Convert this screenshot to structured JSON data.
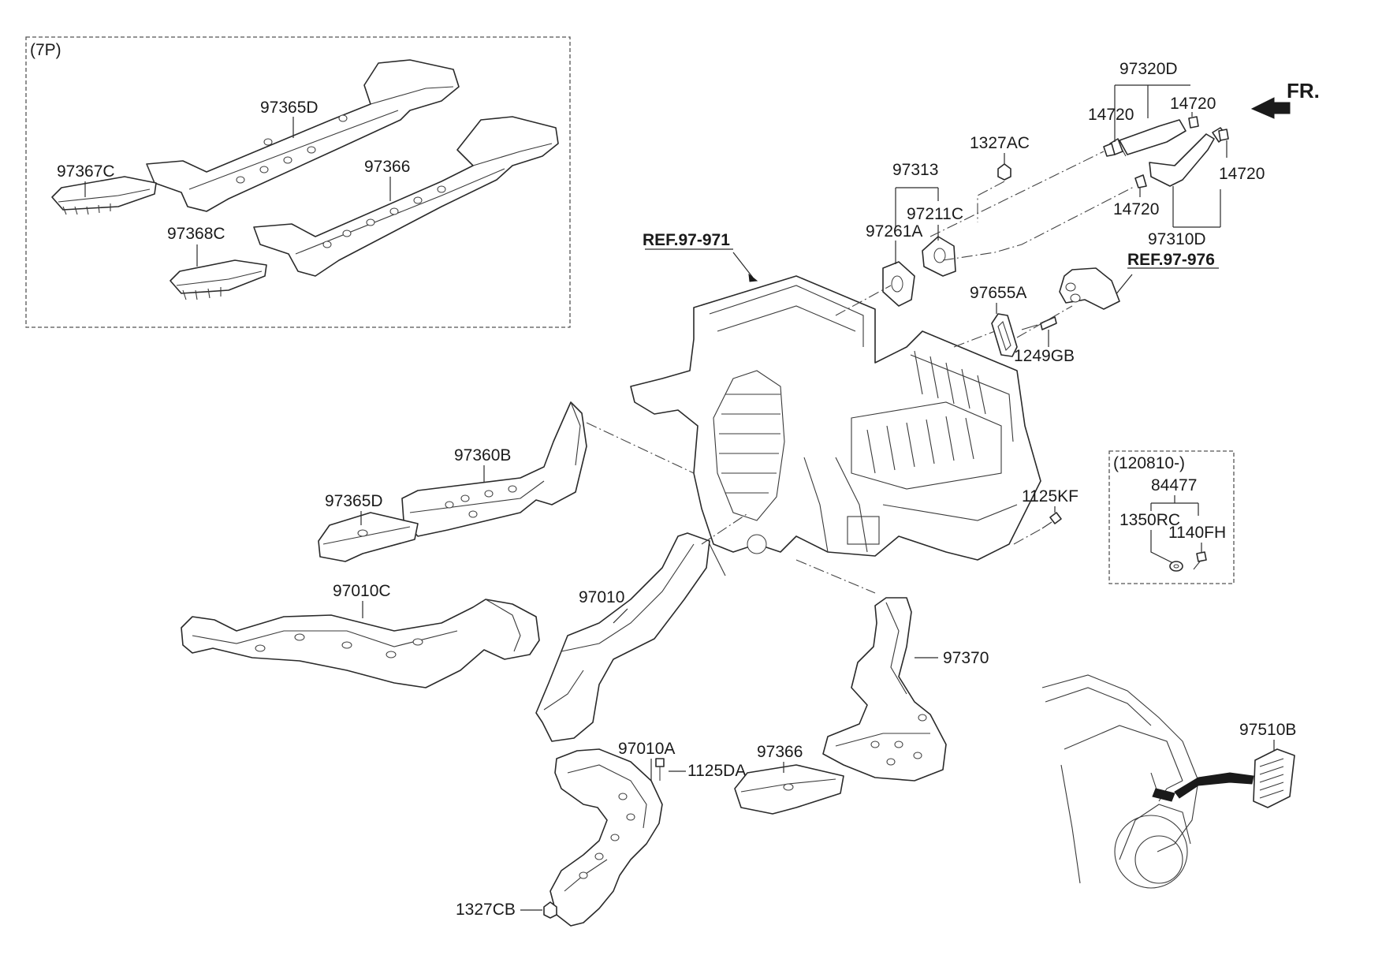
{
  "header": {
    "direction_label": "FR."
  },
  "groups": {
    "seven_passenger": "(7P)",
    "date_variant": "(120810-)"
  },
  "references": {
    "ref_971": "REF.97-971",
    "ref_976": "REF.97-976"
  },
  "parts": {
    "p97365D_top": "97365D",
    "p97367C": "97367C",
    "p97366_top": "97366",
    "p97368C": "97368C",
    "p97313": "97313",
    "p1327AC": "1327AC",
    "p97211C": "97211C",
    "p97261A": "97261A",
    "p97320D": "97320D",
    "p14720_a": "14720",
    "p14720_b": "14720",
    "p14720_c": "14720",
    "p14720_d": "14720",
    "p97310D": "97310D",
    "p97655A": "97655A",
    "p1249GB": "1249GB",
    "p97360B": "97360B",
    "p97365D_mid": "97365D",
    "p1125KF": "1125KF",
    "p84477": "84477",
    "p1350RC": "1350RC",
    "p1140FH": "1140FH",
    "p97010C": "97010C",
    "p97010": "97010",
    "p97370": "97370",
    "p97010A": "97010A",
    "p1125DA": "1125DA",
    "p97366_bot": "97366",
    "p1327CB": "1327CB",
    "p97510B": "97510B"
  },
  "icons": {
    "direction_arrow": "arrow-icon",
    "vehicle": "car-rear-icon"
  }
}
